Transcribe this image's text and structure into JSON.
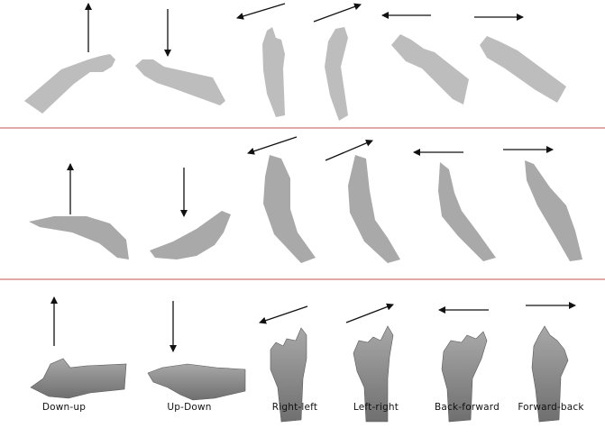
{
  "background": "#ffffff",
  "divider_color": "#d88a8a",
  "arrow_color": "#111111",
  "hand_colors": {
    "row1": "#bdbdbd",
    "row2": "#a9a9a9",
    "row3": "#8e8e8e"
  },
  "rows": [
    {
      "id": "row1",
      "style": "flat",
      "cells": [
        {
          "icon": "hand-up-arrow"
        },
        {
          "icon": "hand-down-arrow"
        },
        {
          "icon": "hand-upleft-arrow"
        },
        {
          "icon": "hand-upright-arrow"
        },
        {
          "icon": "hand-left-arrow"
        },
        {
          "icon": "hand-right-arrow"
        }
      ]
    },
    {
      "id": "row2",
      "style": "silhouette",
      "cells": [
        {
          "icon": "hand-up-arrow"
        },
        {
          "icon": "hand-down-arrow"
        },
        {
          "icon": "hand-upleft-arrow"
        },
        {
          "icon": "hand-upright-arrow"
        },
        {
          "icon": "hand-left-arrow"
        },
        {
          "icon": "hand-right-arrow"
        }
      ]
    },
    {
      "id": "row3",
      "style": "shaded",
      "cells": [
        {
          "icon": "hand-up-arrow"
        },
        {
          "icon": "hand-down-arrow"
        },
        {
          "icon": "hand-upleft-arrow"
        },
        {
          "icon": "hand-upright-arrow"
        },
        {
          "icon": "hand-left-arrow"
        },
        {
          "icon": "hand-right-arrow"
        }
      ]
    }
  ],
  "captions": [
    "Down-up",
    "Up-Down",
    "Right-left",
    "Left-right",
    "Back-forward",
    "Forward-back"
  ]
}
